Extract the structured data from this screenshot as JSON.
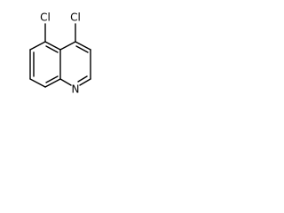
{
  "molecule": {
    "atoms": {
      "cl_left": "Cl",
      "cl_right": "Cl",
      "nitrogen": "N"
    },
    "bond_color": "#000000"
  }
}
